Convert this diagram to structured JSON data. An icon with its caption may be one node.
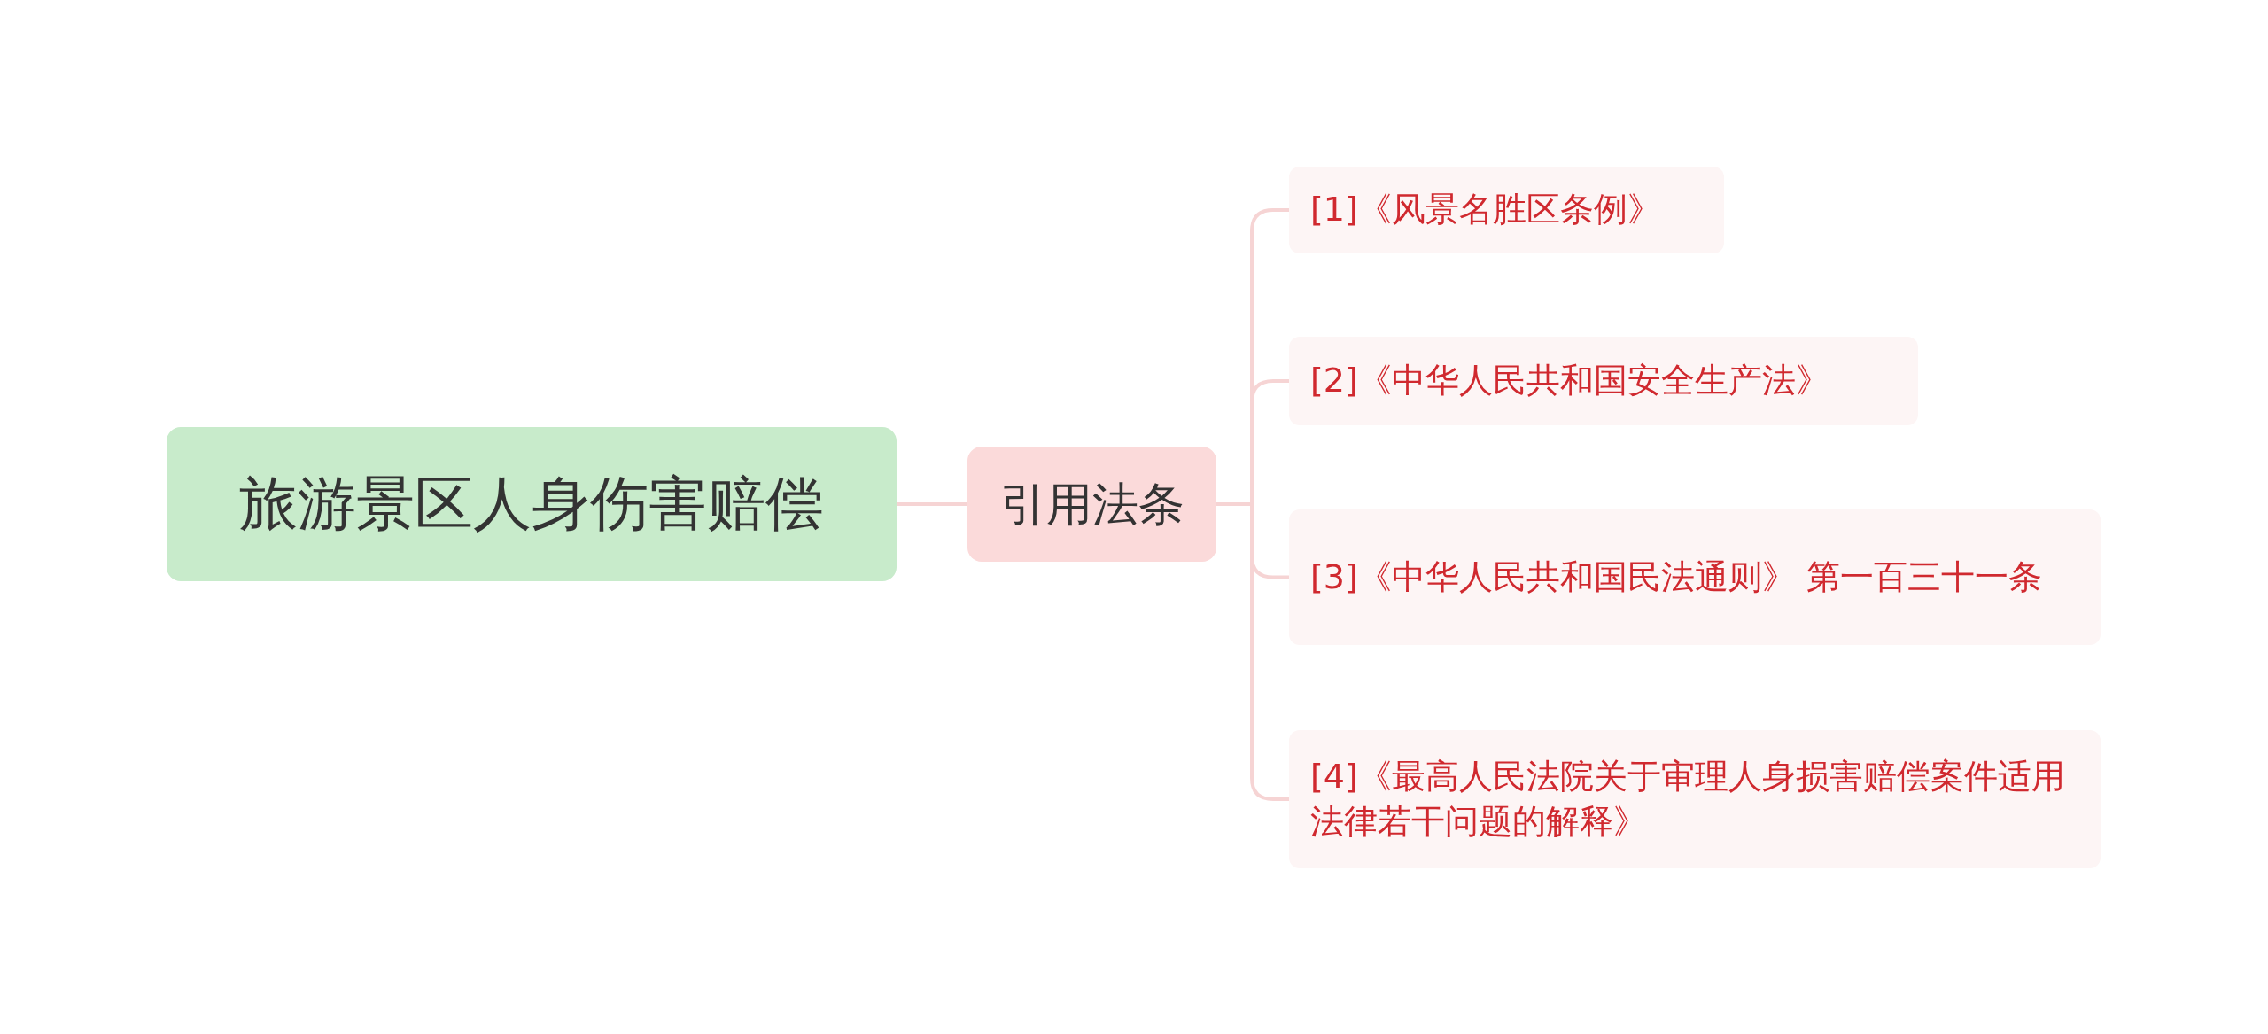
{
  "diagram": {
    "nodes": [
      {
        "text": [
          "旅游景区人身伤害赔偿"
        ]
      },
      {
        "text": [
          "引用法条"
        ]
      },
      {
        "text": [
          "[1]《风景名胜区条例》"
        ]
      },
      {
        "text": [
          "[2]《中华人民共和国安全生产法》"
        ]
      },
      {
        "text": [
          "[3]《中华人民共和国民法通则》 第一百三十一条"
        ]
      },
      {
        "text": [
          "[4]《最高人民法院关于审理人身损害赔偿案件适用法律若干问题的解释》"
        ]
      }
    ],
    "edges": [
      {
        "from": 0,
        "to": 1,
        "arrow": "none"
      },
      {
        "from": 1,
        "to": 2,
        "arrow": "none"
      },
      {
        "from": 1,
        "to": 3,
        "arrow": "none"
      },
      {
        "from": 1,
        "to": 4,
        "arrow": "none"
      },
      {
        "from": 1,
        "to": 5,
        "arrow": "none"
      }
    ]
  }
}
